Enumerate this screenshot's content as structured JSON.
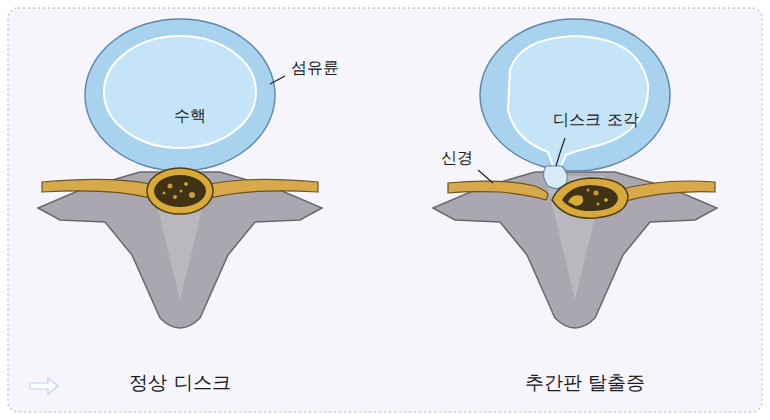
{
  "diagram": {
    "labels": [
      "섬유륜",
      "수핵",
      "신경",
      "디스크 조각",
      "정상 디스크",
      "추간판 탈출증"
    ]
  }
}
